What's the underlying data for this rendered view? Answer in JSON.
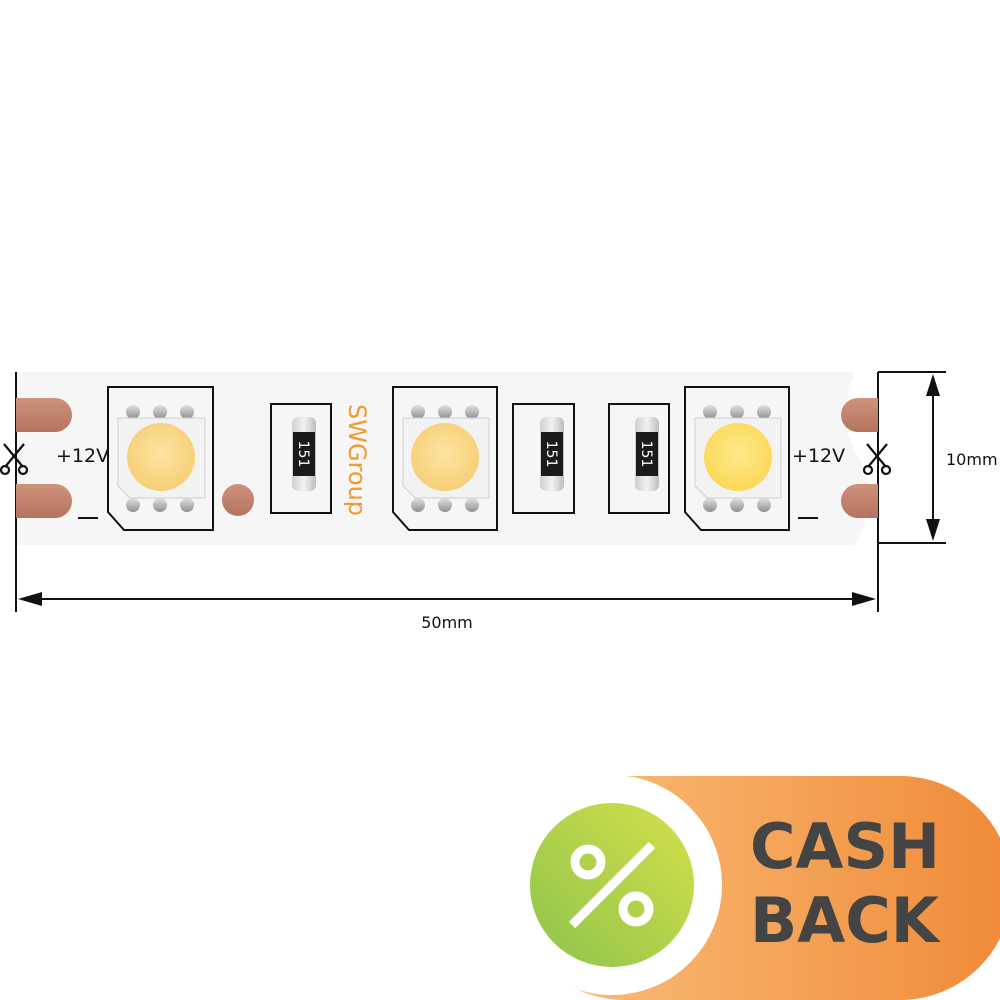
{
  "diagram": {
    "plus_label_left": "+12V",
    "plus_label_right": "+12V",
    "minus_label": "–",
    "resistor_code": "151",
    "brand": "SWGroup",
    "length_label": "50mm",
    "width_label": "10mm"
  },
  "badge": {
    "line1": "CASH",
    "line2": "BACK",
    "percent_symbol": "%"
  },
  "colors": {
    "strip": "#f7f7f7",
    "copper_pad": "#c07f67",
    "led_warm": "#fbd88a",
    "led_hot": "#fde06a",
    "brand": "#f29a2e",
    "badge_orange": "#f08a38",
    "badge_green": "#a9cf45",
    "badge_text": "#444444"
  }
}
